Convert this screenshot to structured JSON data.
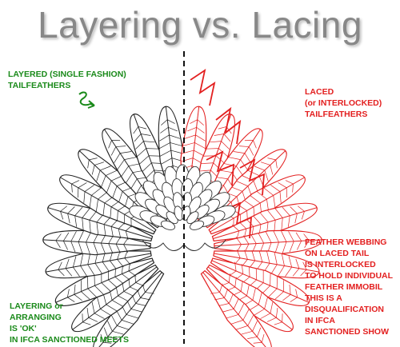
{
  "title": "Layering vs. Lacing",
  "labels": {
    "layered": [
      "LAYERED (SINGLE FASHION)",
      "TAILFEATHERS"
    ],
    "laced": [
      "LACED",
      "(or INTERLOCKED)",
      "TAILFEATHERS"
    ],
    "webbing": [
      "FEATHER WEBBING",
      "ON LACED TAIL",
      "IS INTERLOCKED",
      "TO HOLD INDIVIDUAL",
      "FEATHER IMMOBIL",
      "THIS IS A",
      "DISQUALIFICATION",
      "IN IFCA",
      "SANCTIONED SHOW"
    ],
    "ok": [
      "LAYERING or",
      "ARRANGING",
      "IS 'OK'",
      "IN IFCA SANCTIONED MEETS"
    ]
  },
  "colors": {
    "title": "#888888",
    "green_text": "#1a8a1a",
    "red_text": "#e32020",
    "left_outline": "#222222",
    "right_outline": "#e32020",
    "divider": "#111111"
  }
}
